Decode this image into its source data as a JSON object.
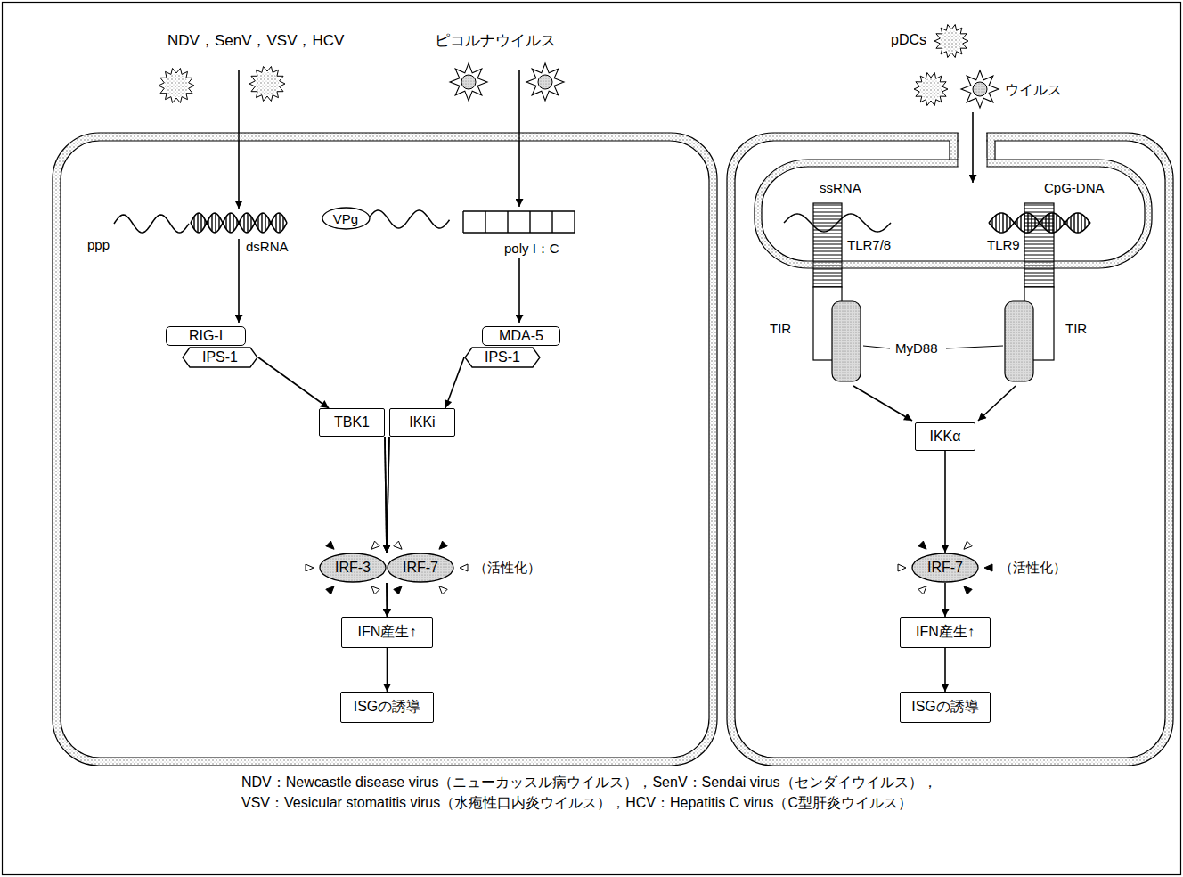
{
  "diagram": {
    "caption": "NDV：Newcastle disease virus（ニューカッスル病ウイルス），SenV：Sendai virus（センダイウイルス）， VSV：Vesicular stomatitis virus（水疱性口内炎ウイルス），HCV：Hepatitis C virus（C型肝炎ウイルス）",
    "nodes": [
      {
        "text": [
          "ppp",
          "dsRNA",
          "poly I：C",
          "（活性化）"
        ]
      },
      {
        "text": [
          "VPg"
        ],
        "in": 0
      },
      {
        "text": [
          "RIG-I"
        ],
        "in": 0
      },
      {
        "text": [
          "IPS-1"
        ],
        "in": 0
      },
      {
        "text": [
          "MDA-5"
        ],
        "in": 0
      },
      {
        "text": [
          "IPS-1"
        ],
        "in": 0
      },
      {
        "text": [
          "TBK1"
        ],
        "in": 0
      },
      {
        "text": [
          "IKKi"
        ],
        "in": 0
      },
      {
        "text": [
          "IRF-3"
        ],
        "in": 0
      },
      {
        "text": [
          "IRF-7"
        ],
        "in": 0
      },
      {
        "text": [
          "IFN産生↑"
        ],
        "in": 0
      },
      {
        "text": [
          "ISGの誘導"
        ],
        "in": 0
      },
      {
        "text": [
          "TIR",
          "TIR",
          "MyD88",
          "（活性化）"
        ]
      },
      {
        "text": [
          "ssRNA",
          "CpG-DNA",
          "TLR7/8",
          "TLR9"
        ],
        "in": 12
      },
      {
        "text": [
          "IKKα"
        ],
        "in": 12
      },
      {
        "text": [
          "IRF-7"
        ],
        "in": 12
      },
      {
        "text": [
          "IFN産生↑"
        ],
        "in": 12
      },
      {
        "text": [
          "ISGの誘導"
        ],
        "in": 12
      }
    ],
    "edges": [
      {
        "from": 3,
        "to": 6,
        "arrow": "to"
      },
      {
        "from": 5,
        "to": 7,
        "arrow": "to"
      },
      {
        "from": 6,
        "to": 8,
        "arrow": "to"
      },
      {
        "from": 6,
        "to": 9,
        "arrow": "to"
      },
      {
        "from": 7,
        "to": 8,
        "arrow": "to"
      },
      {
        "from": 7,
        "to": 9,
        "arrow": "to"
      },
      {
        "from": 8,
        "to": 10,
        "arrow": "to"
      },
      {
        "from": 9,
        "to": 10,
        "arrow": "to"
      },
      {
        "from": 10,
        "to": 11,
        "arrow": "to"
      },
      {
        "from": 14,
        "to": 15,
        "arrow": "to"
      },
      {
        "from": 15,
        "to": 16,
        "arrow": "to"
      },
      {
        "from": 16,
        "to": 17,
        "arrow": "to"
      }
    ],
    "labels": [
      "NDV，SenV，VSV，HCV",
      "ピコルナウイルス",
      "pDCs",
      "ウイルス"
    ]
  }
}
